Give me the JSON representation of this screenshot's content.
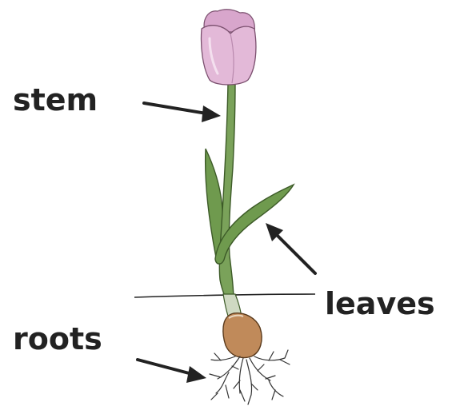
{
  "labels": {
    "stem": "stem",
    "leaves": "leaves",
    "roots": "roots"
  },
  "colors": {
    "petal": "#e3b9d8",
    "petal_shade": "#c994bd",
    "stem": "#7aa25a",
    "stem_dark": "#4f7536",
    "leaf": "#6f9a4e",
    "bulb": "#c08a5a",
    "root": "#333333",
    "arrow": "#222222",
    "ground": "#222222"
  }
}
